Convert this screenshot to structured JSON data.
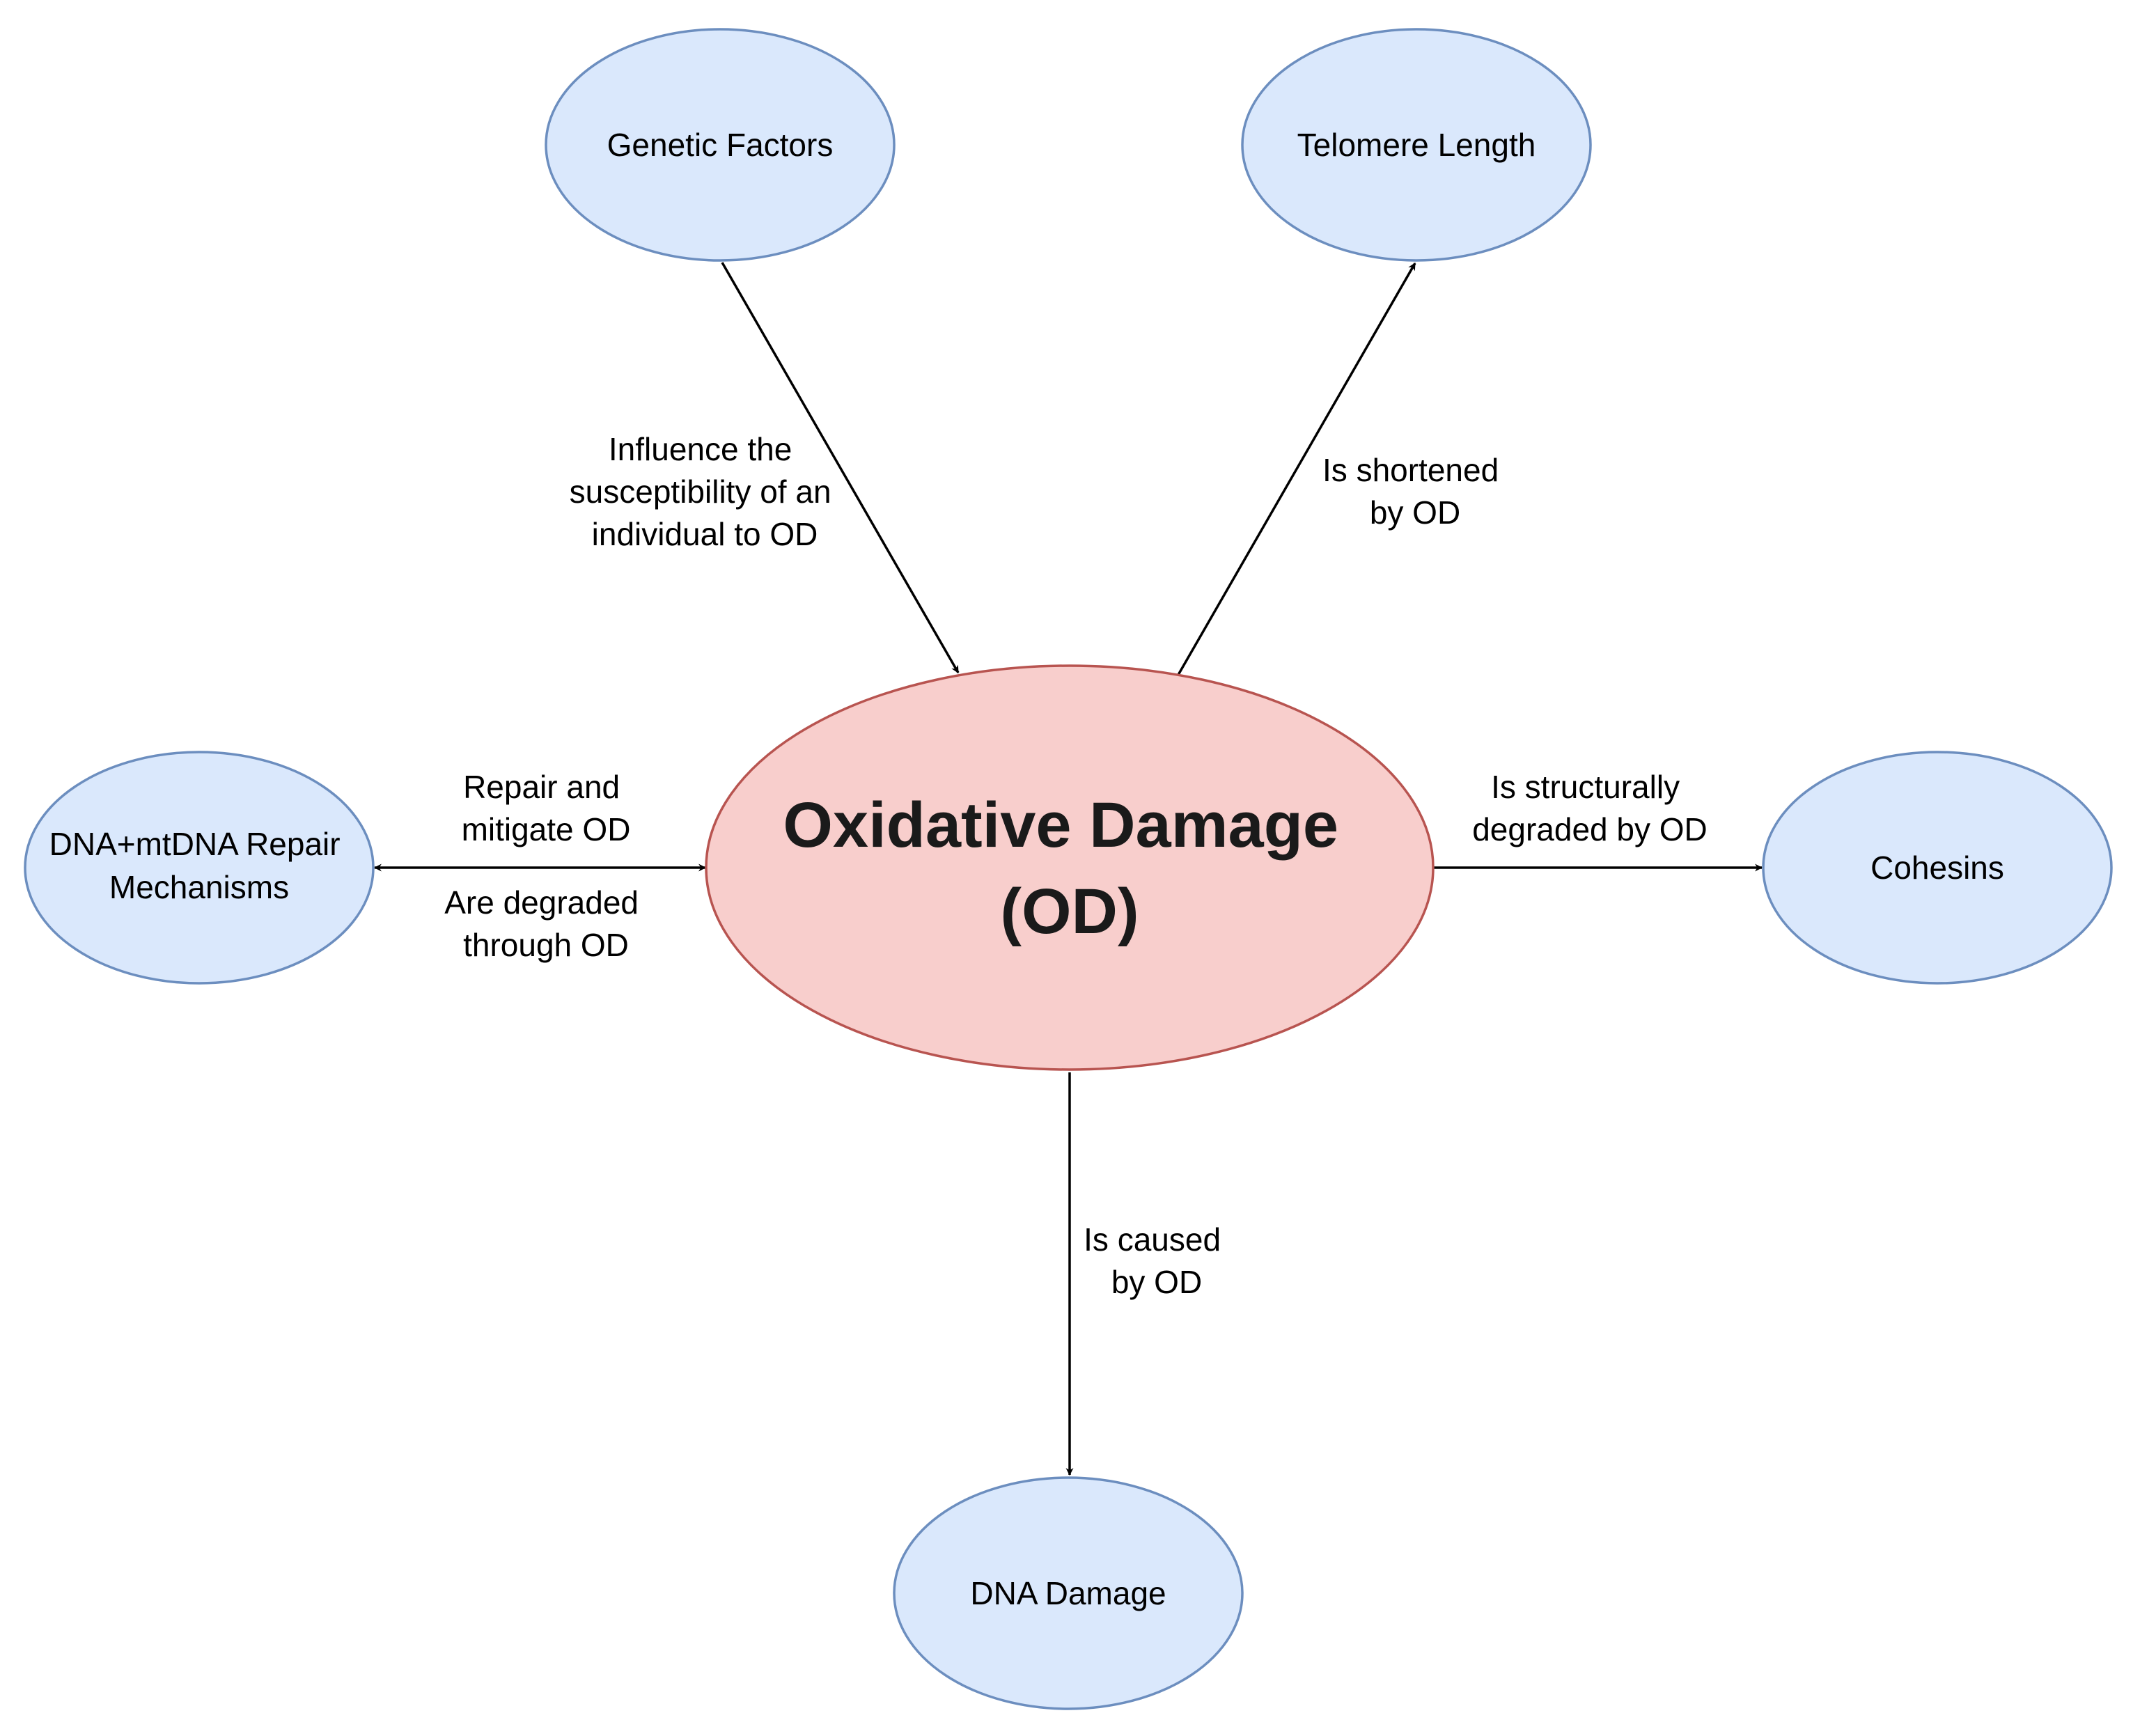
{
  "colors": {
    "node_fill": "#dae8fc",
    "node_stroke": "#6c8ebf",
    "center_fill": "#f8cecc",
    "center_stroke": "#b85450",
    "edge": "#000000"
  },
  "nodes": {
    "center": {
      "line1": "Oxidative Damage",
      "line2": "(OD)"
    },
    "genetic_factors": {
      "label": "Genetic Factors"
    },
    "telomere_length": {
      "label": "Telomere Length"
    },
    "repair_mechanisms": {
      "line1": "DNA+mtDNA Repair",
      "line2": "Mechanisms"
    },
    "cohesins": {
      "label": "Cohesins"
    },
    "dna_damage": {
      "label": "DNA Damage"
    }
  },
  "edges": {
    "genetic_factors": {
      "line1": "Influence the",
      "line2": "susceptibility of an",
      "line3": "individual to OD"
    },
    "telomere_length": {
      "line1": "Is shortened",
      "line2": "by OD"
    },
    "repair_upper": {
      "line1": "Repair and",
      "line2": "mitigate OD"
    },
    "repair_lower": {
      "line1": "Are degraded",
      "line2": "through OD"
    },
    "cohesins": {
      "line1": "Is structurally",
      "line2": "degraded by OD"
    },
    "dna_damage": {
      "line1": "Is caused",
      "line2": "by OD"
    }
  }
}
